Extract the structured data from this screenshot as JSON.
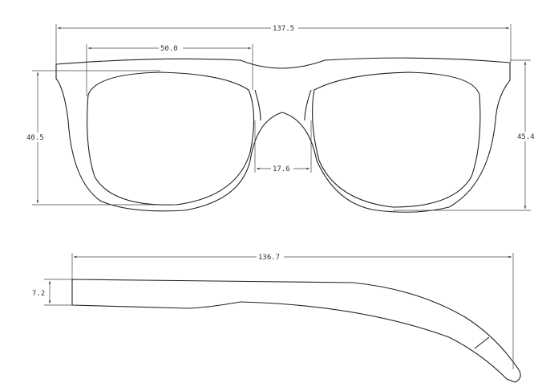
{
  "front_view": {
    "total_width": "137.5",
    "lens_width": "50.0",
    "lens_height": "40.5",
    "frame_height": "45.4",
    "bridge_width": "17.6"
  },
  "side_view": {
    "temple_length": "136.7",
    "temple_thickness": "7.2"
  }
}
